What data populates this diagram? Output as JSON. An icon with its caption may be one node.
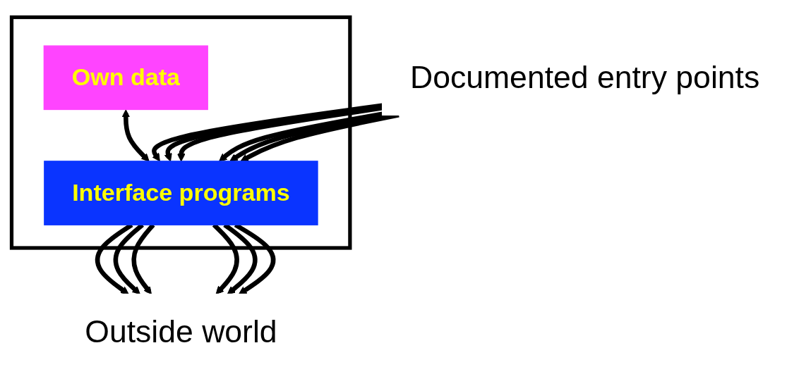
{
  "diagram": {
    "nodes": [
      {
        "text": [
          "Documented entry points"
        ]
      },
      {
        "text": [],
        "shape": "box"
      },
      {
        "text": [
          "Own data"
        ],
        "in": 1
      },
      {
        "text": [
          "Interface programs"
        ],
        "in": 1
      },
      {
        "text": [
          "Outside world"
        ]
      }
    ],
    "edges": [
      {
        "from": 2,
        "to": 3,
        "arrow": "both"
      },
      {
        "from": 0,
        "to": 3,
        "arrow": "to"
      },
      {
        "from": 0,
        "to": 3,
        "arrow": "to"
      },
      {
        "from": 0,
        "to": 3,
        "arrow": "to"
      },
      {
        "from": 0,
        "to": 3,
        "arrow": "to"
      },
      {
        "from": 0,
        "to": 3,
        "arrow": "to"
      },
      {
        "from": 0,
        "to": 3,
        "arrow": "to"
      },
      {
        "from": 3,
        "to": 4,
        "arrow": "to"
      },
      {
        "from": 3,
        "to": 4,
        "arrow": "to"
      },
      {
        "from": 3,
        "to": 4,
        "arrow": "to"
      },
      {
        "from": 3,
        "to": 4,
        "arrow": "to"
      },
      {
        "from": 3,
        "to": 4,
        "arrow": "to"
      },
      {
        "from": 3,
        "to": 4,
        "arrow": "to"
      }
    ]
  }
}
